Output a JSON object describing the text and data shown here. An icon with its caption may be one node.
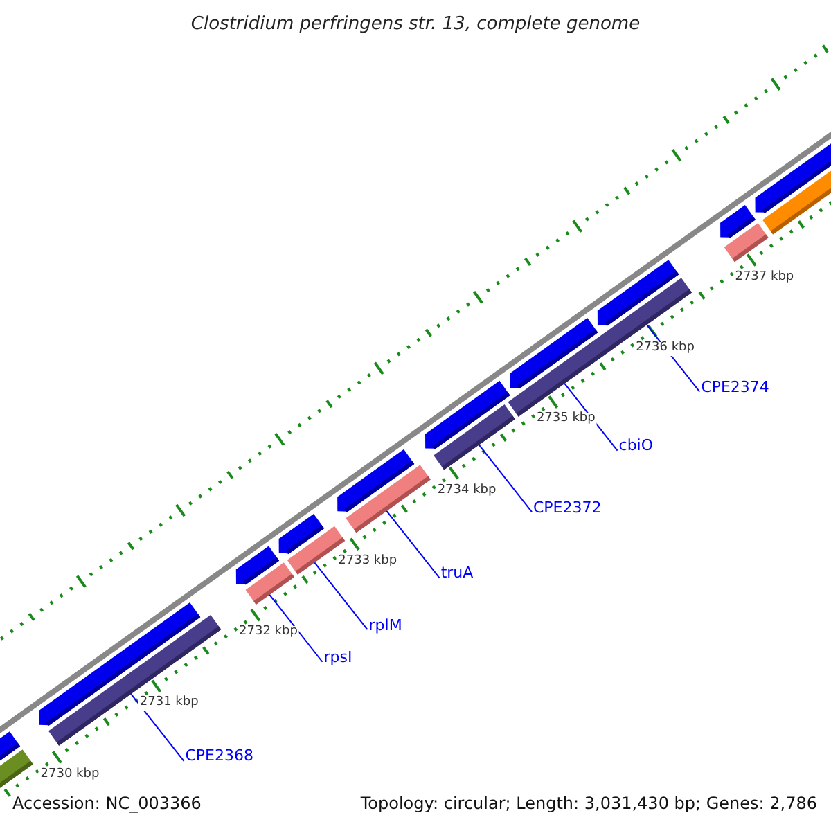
{
  "diagram": {
    "title": "Clostridium perfringens str. 13, complete genome",
    "nodes": [
      {
        "text": [],
        "shape": "bar"
      },
      {
        "text": [],
        "shape": "bar"
      },
      {
        "text": [],
        "shape": "bar"
      },
      {
        "text": [],
        "shape": "bar"
      },
      {
        "text": [],
        "shape": "bar"
      },
      {
        "text": [],
        "shape": "bar"
      },
      {
        "text": [],
        "shape": "bar"
      },
      {
        "text": [],
        "shape": "bar"
      },
      {
        "text": [],
        "shape": "bar"
      },
      {
        "text": [],
        "shape": "bar"
      },
      {
        "text": [],
        "shape": "bar"
      },
      {
        "text": [],
        "shape": "bar"
      },
      {
        "text": [],
        "shape": "bar"
      },
      {
        "text": [],
        "shape": "bar"
      },
      {
        "text": [],
        "shape": "bar"
      },
      {
        "text": [],
        "shape": "bar"
      },
      {
        "text": [],
        "shape": "bar"
      },
      {
        "text": [],
        "shape": "bar"
      },
      {
        "text": [],
        "shape": "bar"
      },
      {
        "text": [
          "CPE2368"
        ]
      },
      {
        "text": [
          "rpsI"
        ]
      },
      {
        "text": [
          "rplM"
        ]
      },
      {
        "text": [
          "truA"
        ]
      },
      {
        "text": [
          "CPE2372"
        ]
      },
      {
        "text": [
          "cbiO"
        ]
      },
      {
        "text": [
          "CPE2374"
        ]
      }
    ],
    "edges": [
      {
        "from": 19,
        "to": 3,
        "arrow": "none"
      },
      {
        "from": 20,
        "to": 5,
        "arrow": "none"
      },
      {
        "from": 21,
        "to": 7,
        "arrow": "none"
      },
      {
        "from": 22,
        "to": 9,
        "arrow": "none"
      },
      {
        "from": 23,
        "to": 11,
        "arrow": "none"
      },
      {
        "from": 24,
        "to": 13,
        "arrow": "none"
      },
      {
        "from": 25,
        "to": 13,
        "arrow": "none"
      }
    ],
    "labels": [
      "2737 kbp",
      "2736 kbp",
      "2735 kbp",
      "2734 kbp",
      "2733 kbp",
      "2732 kbp",
      "2731 kbp",
      "2730 kbp",
      "Accession: NC_003366",
      "Topology: circular; Length: 3,031,430 bp; Genes: 2,786"
    ]
  }
}
